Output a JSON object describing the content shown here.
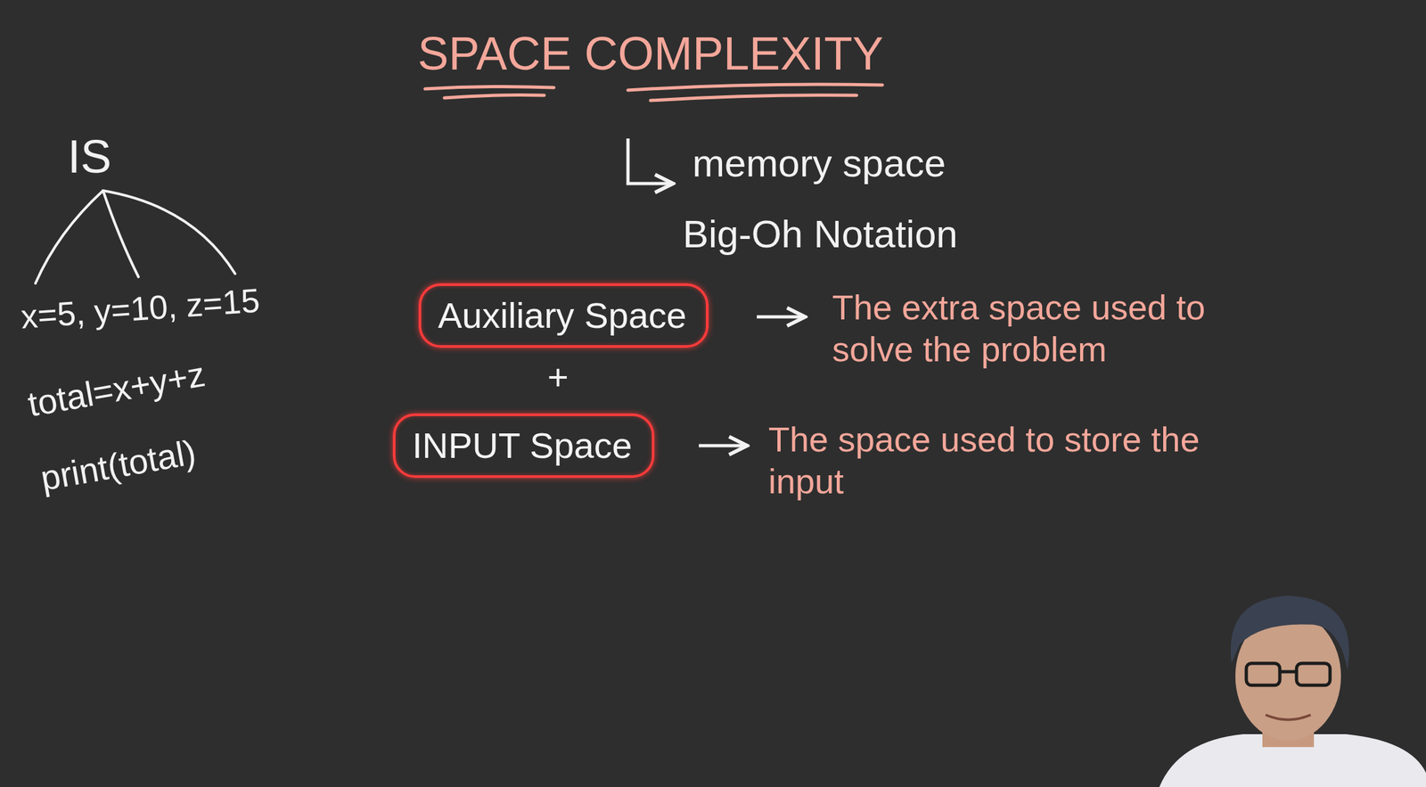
{
  "diagram": {
    "title": "SPACE COMPLEXITY",
    "nodes": [
      {
        "text": [
          "Auxiliary Space"
        ]
      },
      {
        "text": [
          "INPUT Space"
        ]
      }
    ],
    "labels": [
      "IS",
      "x=5, y=10, z=15",
      "total=x+y+z",
      "print(total)",
      "memory space",
      "Big-Oh Notation",
      "+",
      "The extra space used to solve the problem",
      "The space used to store the input"
    ]
  }
}
